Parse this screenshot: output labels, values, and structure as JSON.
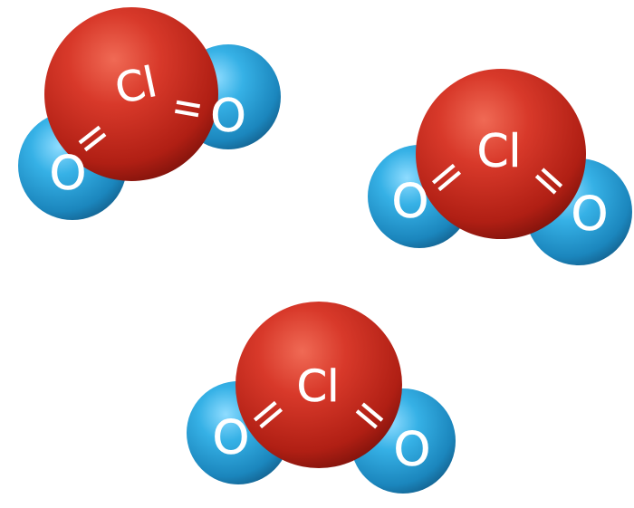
{
  "colors": {
    "background": "#ffffff",
    "chlorine": "#c42b1f",
    "oxygen": "#2a9fd2",
    "label": "#ffffff"
  },
  "atoms": {
    "chlorine_label": "Cl",
    "oxygen_label": "O"
  },
  "molecules": [
    {
      "name": "chlorine-dioxide-1",
      "bond_order": 2
    },
    {
      "name": "chlorine-dioxide-2",
      "bond_order": 2
    },
    {
      "name": "chlorine-dioxide-3",
      "bond_order": 2
    }
  ]
}
